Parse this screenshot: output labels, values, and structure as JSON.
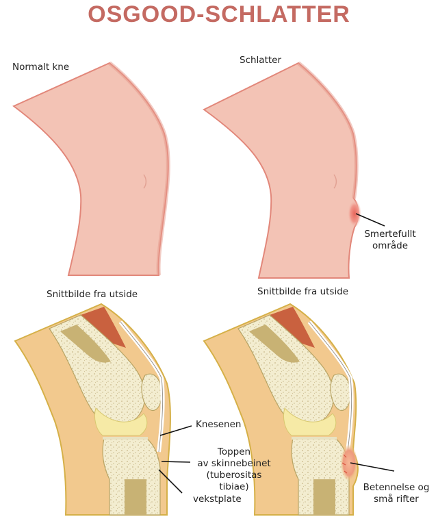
{
  "title": "OSGOOD-SCHLATTER",
  "labels": {
    "normal_knee": "Normalt kne",
    "schlatter": "Schlatter",
    "painful_area_line1": "Smertefullt",
    "painful_area_line2": "område",
    "section_left": "Snittbilde fra utside",
    "section_right": "Snittbilde fra utside",
    "patellar_tendon": "Knesenen",
    "tibial_top_line1": "Toppen",
    "tibial_top_line2": "av skinnebeinet",
    "tibial_top_line3": "(tuberositas",
    "tibial_top_line4": "tibiae)",
    "growth_plate": "vekstplate",
    "inflammation_line1": "Betennelse og",
    "inflammation_line2": "små rifter"
  },
  "colors": {
    "title": "#c46a62",
    "skin": "#f3c3b5",
    "skin_edge": "#e2877a",
    "soft_tissue": "#f2c98e",
    "bone": "#f3edd0",
    "marrow": "#c8b274",
    "cartilage": "#f6eaa6",
    "muscle": "#c9613f",
    "inflammation": "#ee9a7e"
  }
}
